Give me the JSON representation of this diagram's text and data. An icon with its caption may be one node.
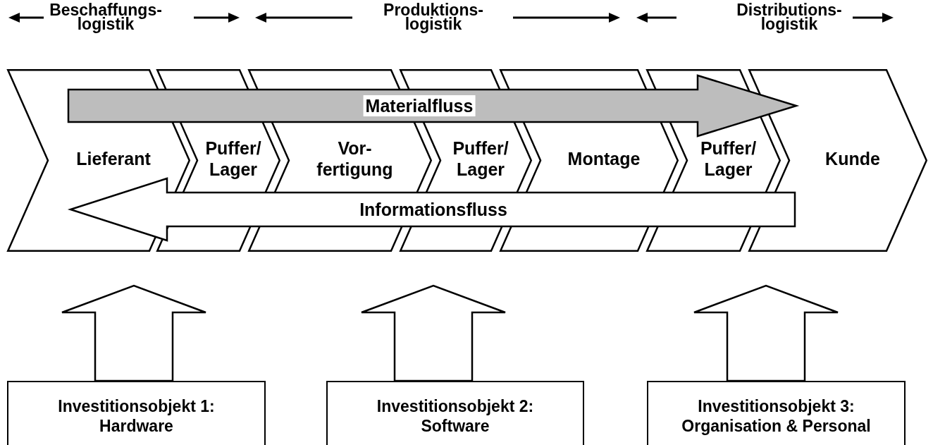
{
  "diagram": {
    "nodes": [
      {
        "text": [
          "Lieferant"
        ]
      },
      {
        "text": [
          "Puffer/ Lager"
        ]
      },
      {
        "text": [
          "Vor- fertigung"
        ]
      },
      {
        "text": [
          "Puffer/ Lager"
        ]
      },
      {
        "text": [
          "Montage"
        ]
      },
      {
        "text": [
          "Puffer/ Lager"
        ]
      },
      {
        "text": [
          "Kunde"
        ]
      },
      {
        "text": [
          "Investitionsobjekt 1:",
          "Hardware"
        ]
      },
      {
        "text": [
          "Investitionsobjekt 2:",
          "Software"
        ]
      },
      {
        "text": [
          "Investitionsobjekt 3:",
          "Organisation & Personal"
        ]
      }
    ],
    "edges": [
      {
        "from": 0,
        "to": 6,
        "arrow": "to",
        "label": "Materialfluss",
        "style": "thick",
        "color": "#bdbdbd"
      },
      {
        "from": 6,
        "to": 0,
        "arrow": "to",
        "label": "Informationsfluss",
        "style": "thick"
      },
      {
        "from": 7,
        "to": null,
        "arrow": "to",
        "style": "thick"
      },
      {
        "from": 8,
        "to": null,
        "arrow": "to",
        "style": "thick"
      },
      {
        "from": 9,
        "to": null,
        "arrow": "to",
        "style": "thick"
      }
    ],
    "labels": [
      "Beschaffungs- logistik",
      "Produktions- logistik",
      "Distributions- logistik"
    ]
  }
}
